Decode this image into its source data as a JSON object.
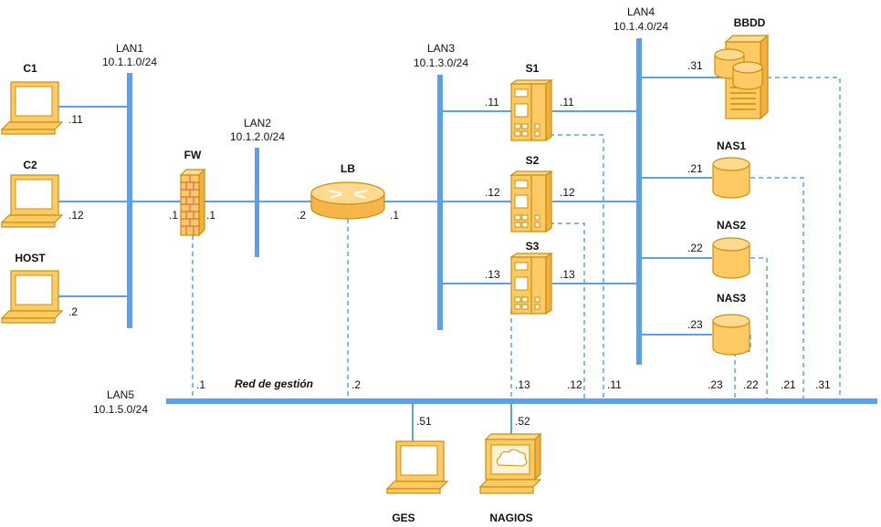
{
  "colors": {
    "link": "#5aa0ef",
    "mgmt": "#5aa0ef",
    "device_fill": "#ffc964",
    "device_stroke": "#c8900a"
  },
  "networks": {
    "lan1": {
      "name": "LAN1",
      "cidr": "10.1.1.0/24"
    },
    "lan2": {
      "name": "LAN2",
      "cidr": "10.1.2.0/24"
    },
    "lan3": {
      "name": "LAN3",
      "cidr": "10.1.3.0/24"
    },
    "lan4": {
      "name": "LAN4",
      "cidr": "10.1.4.0/24"
    },
    "lan5": {
      "name": "LAN5",
      "cidr": "10.1.5.0/24",
      "caption": "Red de gestión"
    }
  },
  "devices": {
    "c1": "C1",
    "c2": "C2",
    "host": "HOST",
    "fw": "FW",
    "lb": "LB",
    "s1": "S1",
    "s2": "S2",
    "s3": "S3",
    "bbdd": "BBDD",
    "nas1": "NAS1",
    "nas2": "NAS2",
    "nas3": "NAS3",
    "ges": "GES",
    "nagios": "NAGIOS"
  },
  "addresses": {
    "c1": ".11",
    "c2": ".12",
    "host": ".2",
    "fw_lan1": ".1",
    "fw_lan2": ".1",
    "lb_lan2": ".2",
    "lb_lan3": ".1",
    "s1_lan3": ".11",
    "s1_lan4": ".11",
    "s2_lan3": ".12",
    "s2_lan4": ".12",
    "s3_lan3": ".13",
    "s3_lan4": ".13",
    "bbdd_lan4": ".31",
    "nas1_lan4": ".21",
    "nas2_lan4": ".22",
    "nas3_lan4": ".23",
    "mgmt_fw": ".1",
    "mgmt_lb": ".2",
    "mgmt_s3": ".13",
    "mgmt_s2": ".12",
    "mgmt_s1": ".11",
    "mgmt_nas3": ".23",
    "mgmt_nas2": ".22",
    "mgmt_nas1": ".21",
    "mgmt_bbdd": ".31",
    "ges": ".51",
    "nagios": ".52"
  }
}
